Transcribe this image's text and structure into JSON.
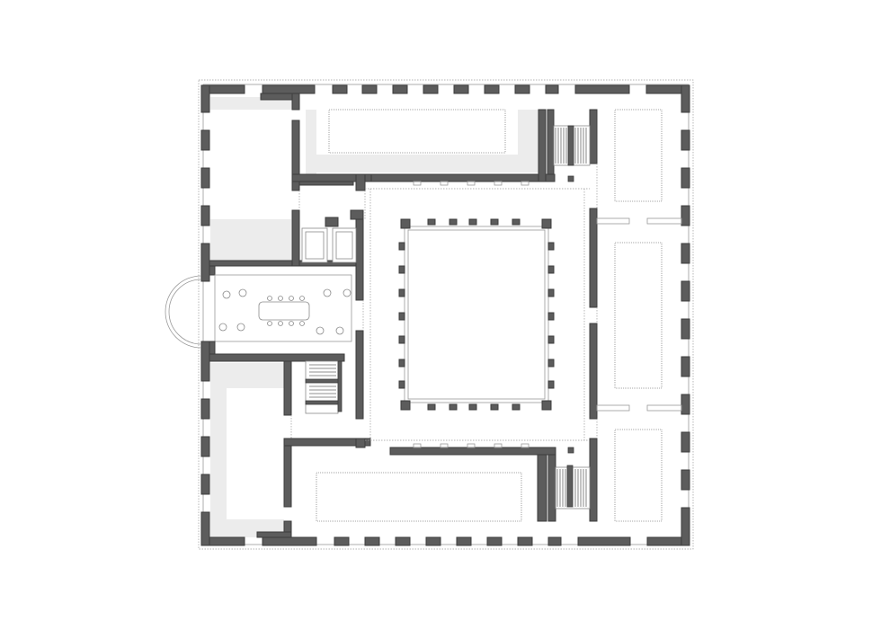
{
  "drawing": {
    "kind": "floor-plan",
    "colors": {
      "background": "#ffffff",
      "wall_fill": "#5c5c5c",
      "wall_stroke": "#3d3d3d",
      "light_fill": "#ececec",
      "line": "#9a9a9a"
    },
    "elements": [
      "outer-wall-pier",
      "courtyard",
      "courtyard-column",
      "gallery-room",
      "display-table",
      "meeting-table",
      "chair",
      "staircase",
      "apse",
      "elevator"
    ]
  }
}
